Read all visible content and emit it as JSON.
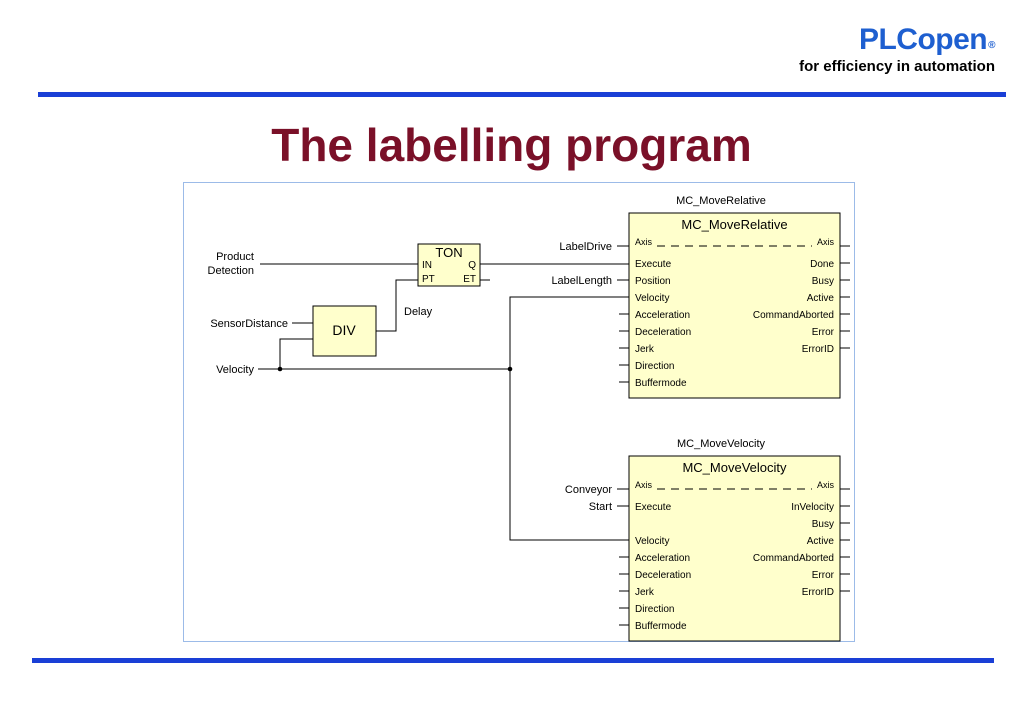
{
  "logo": {
    "brand": "PLCopen",
    "mark": "®",
    "tagline": "for efficiency in automation"
  },
  "title": "The labelling program",
  "inputs": {
    "product_detection_line1": "Product",
    "product_detection_line2": "Detection",
    "sensor_distance": "SensorDistance",
    "velocity": "Velocity",
    "label_drive": "LabelDrive",
    "label_length": "LabelLength",
    "conveyor": "Conveyor",
    "start": "Start"
  },
  "ton": {
    "name": "TON",
    "in_pins": [
      "IN",
      "PT"
    ],
    "out_pins": [
      "Q",
      "ET"
    ],
    "delay_label": "Delay"
  },
  "div": {
    "name": "DIV"
  },
  "mc_move_relative": {
    "instance": "MC_MoveRelative",
    "type": "MC_MoveRelative",
    "axis_in": "Axis",
    "axis_out": "Axis",
    "inputs": [
      "Execute",
      "Position",
      "Velocity",
      "Acceleration",
      "Deceleration",
      "Jerk",
      "Direction",
      "Buffermode"
    ],
    "outputs": [
      "Done",
      "Busy",
      "Active",
      "CommandAborted",
      "Error",
      "ErrorID"
    ]
  },
  "mc_move_velocity": {
    "instance": "MC_MoveVelocity",
    "type": "MC_MoveVelocity",
    "axis_in": "Axis",
    "axis_out": "Axis",
    "inputs": [
      "Execute",
      "",
      "Velocity",
      "Acceleration",
      "Deceleration",
      "Jerk",
      "Direction",
      "Buffermode"
    ],
    "outputs": [
      "InVelocity",
      "Busy",
      "Active",
      "CommandAborted",
      "Error",
      "ErrorID"
    ]
  },
  "colors": {
    "brand_blue": "#1e5fd0",
    "rule_blue": "#1a3fd6",
    "title_red": "#7a1028",
    "block_fill": "#ffffcc",
    "frame_border": "#9cbbe8"
  }
}
